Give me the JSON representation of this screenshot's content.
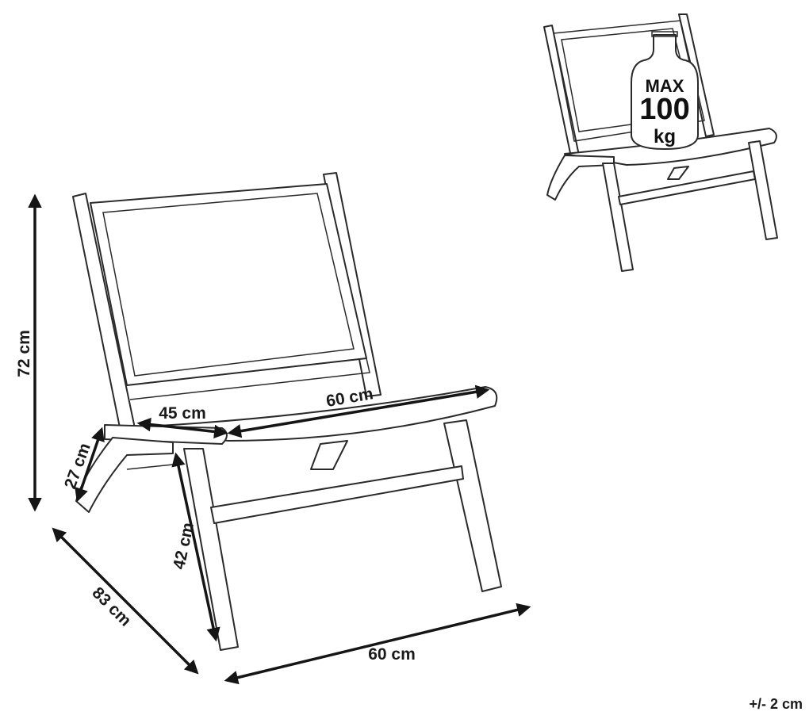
{
  "dimensions": {
    "height": "72 cm",
    "backrest_height": "27 cm",
    "armrest_depth": "45 cm",
    "seat_depth": "60 cm",
    "seat_height": "42 cm",
    "depth": "83 cm",
    "width": "60 cm"
  },
  "weight_badge": {
    "line1": "MAX",
    "line2": "100",
    "line3": "kg"
  },
  "tolerance": "+/- 2 cm"
}
